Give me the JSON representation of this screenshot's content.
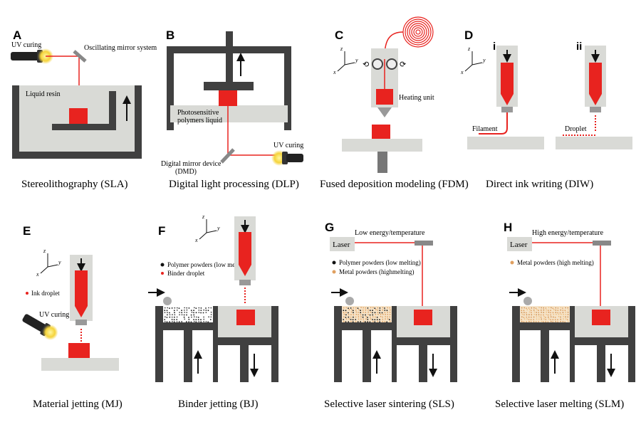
{
  "panels": {
    "A": {
      "letter": "A",
      "caption": "Stereolithography (SLA)",
      "uv": "UV curing",
      "mirror": "Oscillating mirror system",
      "resin": "Liquid resin"
    },
    "B": {
      "letter": "B",
      "caption": "Digital light processing (DLP)",
      "liquid1": "Photosensitive",
      "liquid2": "polymers liquid",
      "dmd1": "Digital mirror device",
      "dmd2": "(DMD)",
      "uv": "UV curing"
    },
    "C": {
      "letter": "C",
      "caption": "Fused deposition modeling (FDM)",
      "heating": "Heating unit"
    },
    "D": {
      "letter": "D",
      "caption": "Direct ink writing (DIW)",
      "sub_i": "i",
      "sub_ii": "ii",
      "filament": "Filament",
      "droplet": "Droplet"
    },
    "E": {
      "letter": "E",
      "caption": "Material jetting (MJ)",
      "ink": "Ink droplet",
      "uv": "UV curing"
    },
    "F": {
      "letter": "F",
      "caption": "Binder jetting (BJ)",
      "legend1": "Polymer powders (low melting)",
      "legend2": "Binder droplet"
    },
    "G": {
      "letter": "G",
      "caption": "Selective laser sintering (SLS)",
      "laser": "Laser",
      "energy": "Low energy/temperature",
      "legend1": "Polymer powders (low melting)",
      "legend2": "Metal powders (highmelting)"
    },
    "H": {
      "letter": "H",
      "caption": "Selective laser melting (SLM)",
      "laser": "Laser",
      "energy": "High energy/temperature",
      "legend1": "Metal powders (high melting)"
    }
  },
  "axes": {
    "x": "x",
    "y": "y",
    "z": "z"
  },
  "colors": {
    "red": "#e8231f",
    "darkred": "#b01512",
    "dark": "#404040",
    "light": "#d9dad6",
    "powder": "#f0d9b5",
    "laser": "#e8231f",
    "metal": "#e0a060"
  }
}
